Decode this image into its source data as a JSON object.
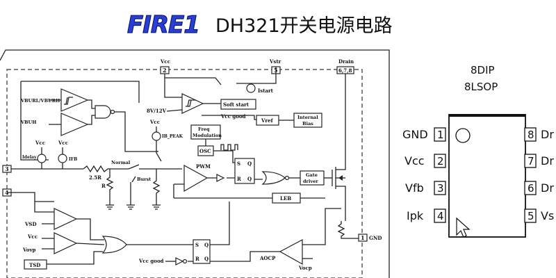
{
  "header": {
    "logo_text": "FIRE1",
    "title": "DH321开关电源电路"
  },
  "schematic": {
    "pins": {
      "vcc_pin": "Vcc",
      "vcc_num": "2",
      "vstr_pin": "Vstr",
      "vstr_num": "5",
      "drain_pin": "Drain",
      "drain_num": "6,7,8",
      "fb_num": "3",
      "ipk_num": "4",
      "gnd_num": "1",
      "gnd_pin": "GND"
    },
    "blocks": {
      "soft_start": "Soft start",
      "vref": "Vref",
      "internal_bias": "Internal\nBias",
      "freq_mod": "Freq\nModulation",
      "osc": "OSC",
      "pwm": "PWM",
      "gate_driver": "Gate\ndriver",
      "leb": "LEB",
      "tsd": "TSD",
      "aocp": "AOCP"
    },
    "labels": {
      "vburl_vbuh": "VBURL/VBURH",
      "vbuh": "VBUH",
      "vcc_good_top": "Vcc good",
      "v8_12": "8V/12V",
      "vcc_a": "Vcc",
      "vcc_b": "Vcc",
      "vcc_c": "Vcc",
      "vcc_d": "Vcc",
      "istart": "Istart",
      "ib_peak": "IB_PEAK",
      "idelay": "Idelay",
      "ifb": "IFB",
      "r_25": "2.5R",
      "r": "R",
      "normal": "Normal",
      "burst": "Burst",
      "vsd": "VSD",
      "vovp": "Vovp",
      "vocp": "Vocp",
      "vcc_good_bottom": "Vcc good",
      "s_ff1": "S",
      "r_ff1": "R",
      "q_ff1": "Q",
      "qb_ff1": "Q",
      "s_ff2": "S",
      "r_ff2": "R",
      "q_ff2": "Q",
      "qb_ff2": "Q"
    }
  },
  "package": {
    "title1": "8DIP",
    "title2": "8LSOP",
    "left_pins": [
      {
        "name": "GND",
        "num": "1"
      },
      {
        "name": "Vcc",
        "num": "2"
      },
      {
        "name": "Vfb",
        "num": "3"
      },
      {
        "name": "Ipk",
        "num": "4"
      }
    ],
    "right_pins": [
      {
        "num": "8",
        "name": "Dr"
      },
      {
        "num": "7",
        "name": "Dr"
      },
      {
        "num": "6",
        "name": "Dr"
      },
      {
        "num": "5",
        "name": "Vs"
      }
    ]
  }
}
